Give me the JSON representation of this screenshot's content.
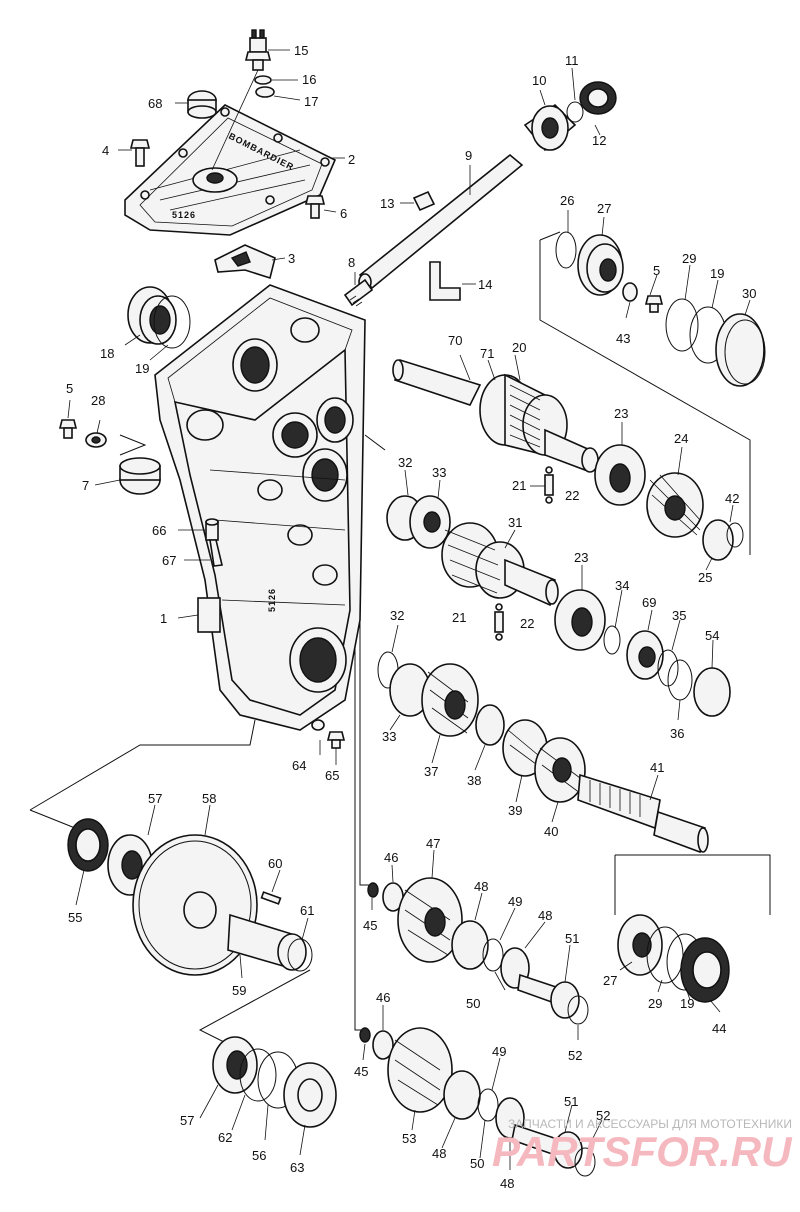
{
  "diagram": {
    "housing_labels": [
      "BOMBARDIER",
      "5126"
    ],
    "part_numbers": [
      "1",
      "2",
      "3",
      "4",
      "5",
      "6",
      "7",
      "8",
      "9",
      "10",
      "11",
      "12",
      "13",
      "14",
      "15",
      "16",
      "17",
      "18",
      "19",
      "20",
      "21",
      "22",
      "23",
      "24",
      "25",
      "26",
      "27",
      "28",
      "29",
      "30",
      "31",
      "32",
      "33",
      "34",
      "35",
      "36",
      "37",
      "38",
      "39",
      "40",
      "41",
      "42",
      "43",
      "44",
      "45",
      "46",
      "47",
      "48",
      "49",
      "50",
      "51",
      "52",
      "53",
      "54",
      "55",
      "56",
      "57",
      "58",
      "59",
      "60",
      "61",
      "62",
      "63",
      "64",
      "65",
      "66",
      "67",
      "68",
      "69",
      "70",
      "71"
    ]
  },
  "watermark": {
    "tagline": "ЗАПЧАСТИ И АКСЕССУАРЫ ДЛЯ МОТОТЕХНИКИ",
    "logo_text": "PARTSFOR.RU"
  }
}
